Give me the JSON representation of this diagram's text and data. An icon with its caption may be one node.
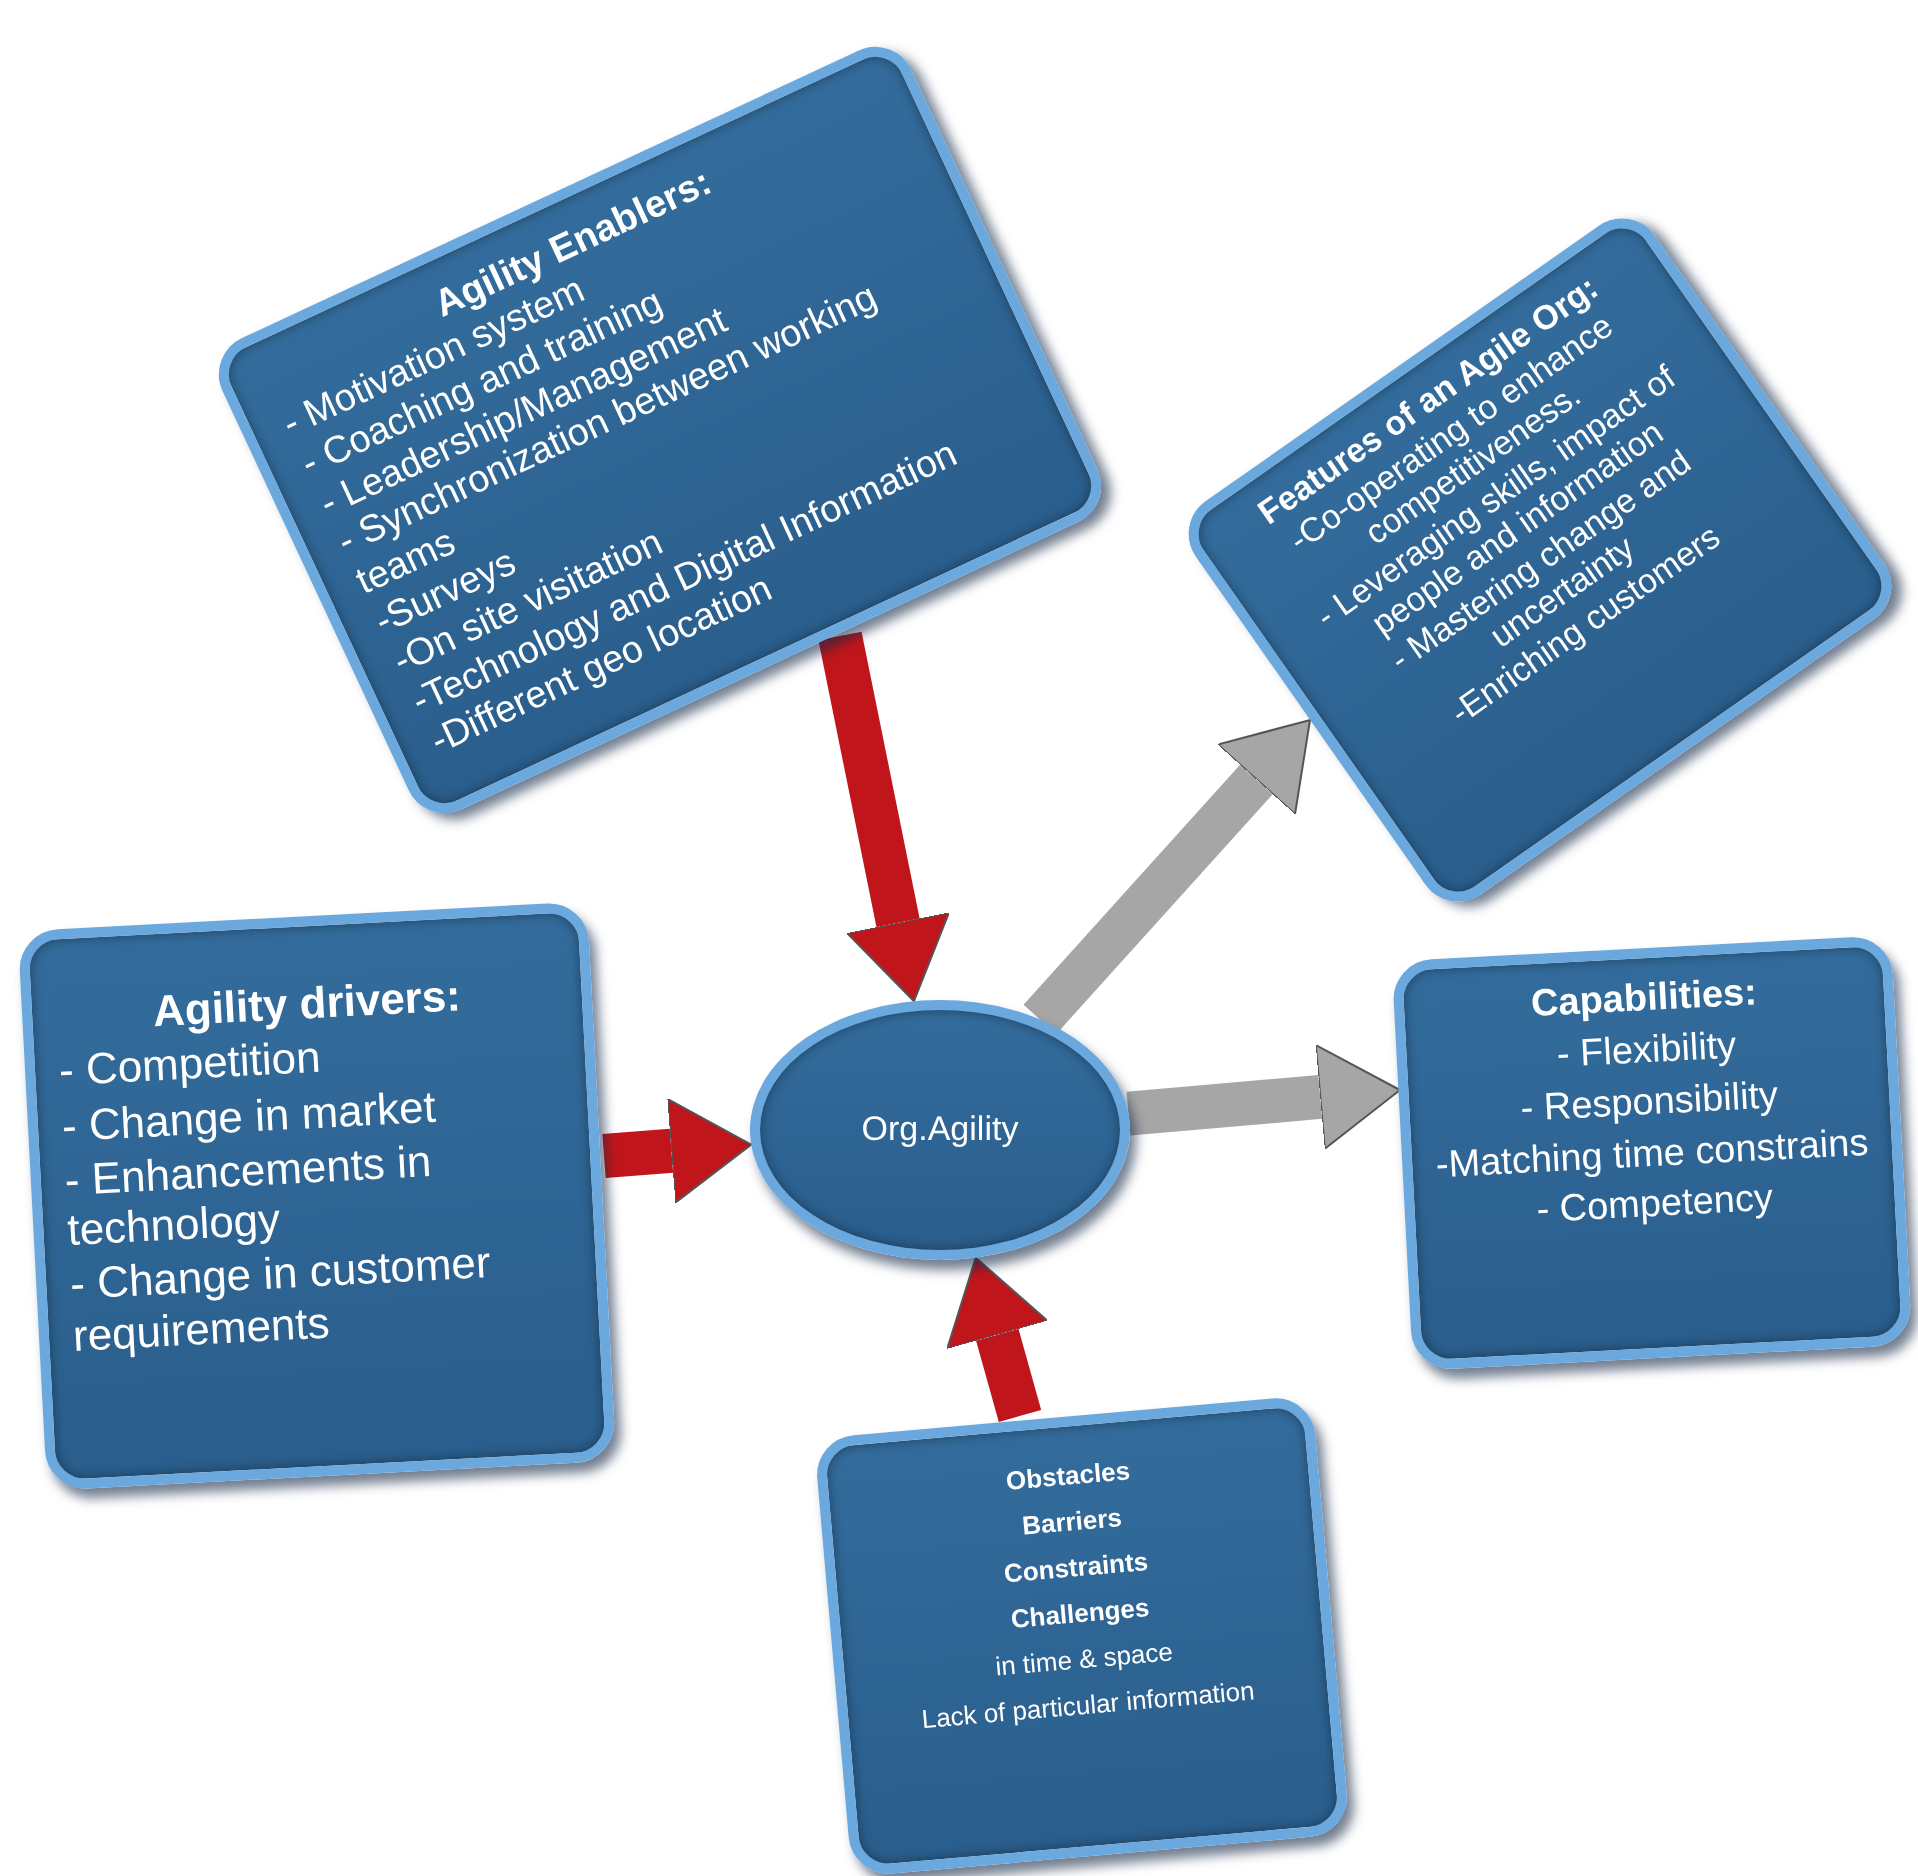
{
  "diagram": {
    "nodes": [
      {
        "text": [
          "Agility Enablers:",
          "- Motivation system",
          "- Coaching and training",
          "- Leadership/Management",
          "- Synchronization between working teams",
          "-Surveys",
          "-On site visitation",
          "-Technology and Digital Information",
          "-Different geo location"
        ]
      },
      {
        "text": [
          "Features of an Agile Org:",
          "-Co-operating to enhance competitiveness.",
          "- Leveraging skills, impact of people and information",
          "- Mastering change and uncertainty",
          "-Enriching customers"
        ]
      },
      {
        "text": [
          "Agility drivers:",
          "- Competition",
          "- Change in market",
          "- Enhancements in technology",
          "- Change in customer requirements"
        ]
      },
      {
        "text": [
          "Org.Agility"
        ]
      },
      {
        "text": [
          "Capabilities:",
          "- Flexibility",
          "- Responsibility",
          "-Matching time constrains",
          "- Competency"
        ]
      },
      {
        "text": [
          "Obstacles",
          "Barriers",
          "Constraints",
          "Challenges",
          "in time & space",
          "Lack of particular information"
        ]
      }
    ],
    "edges": [
      {
        "from": 0,
        "to": 3,
        "arrow": "to"
      },
      {
        "from": 3,
        "to": 1,
        "arrow": "to",
        "color": "#a6a6a6"
      },
      {
        "from": 2,
        "to": 3,
        "arrow": "to"
      },
      {
        "from": 3,
        "to": 4,
        "arrow": "to",
        "color": "#a6a6a6"
      },
      {
        "from": 5,
        "to": 3,
        "arrow": "to"
      }
    ]
  }
}
